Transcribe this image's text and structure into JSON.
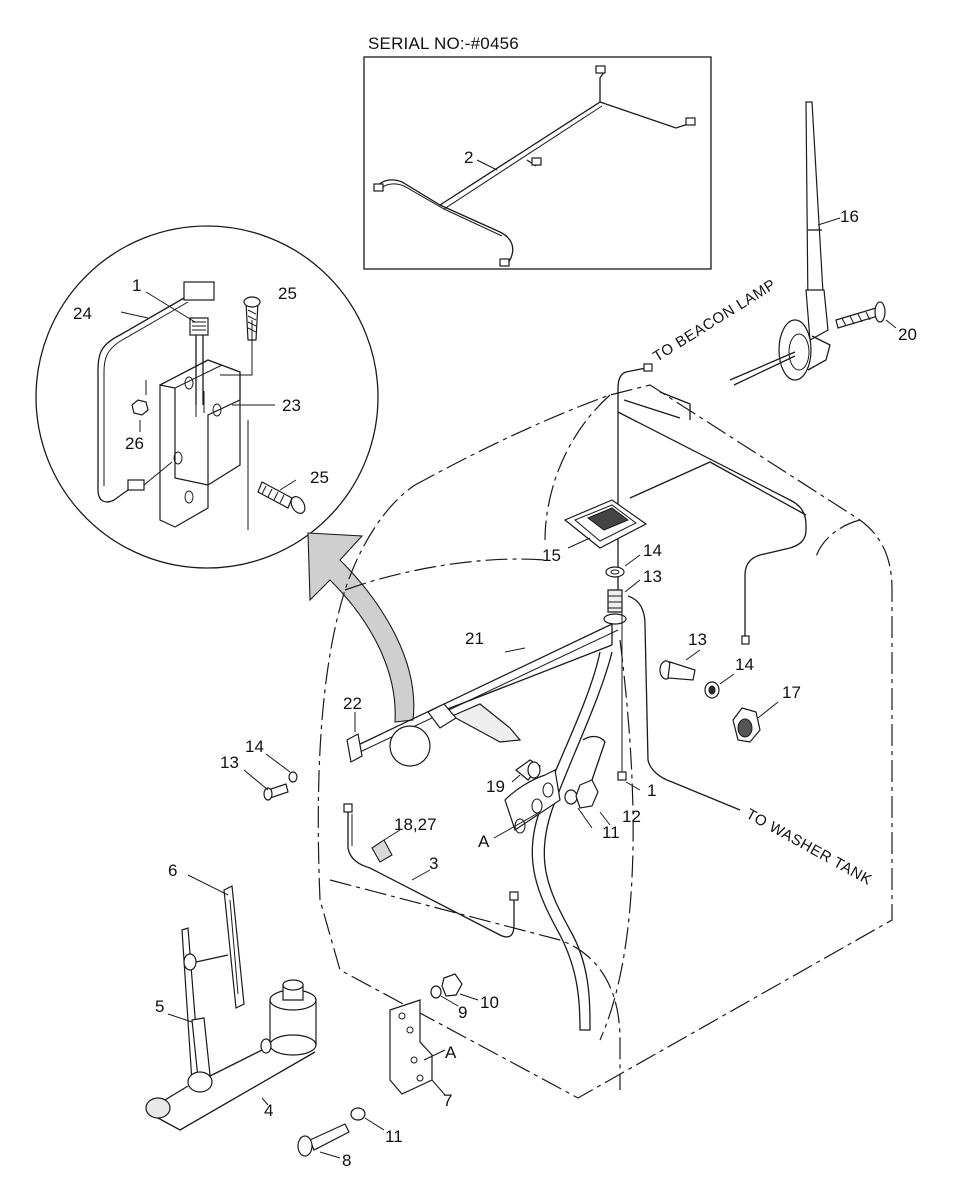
{
  "header": {
    "serial_label": "SERIAL NO:-#0456"
  },
  "notes": {
    "beacon_lamp": "TO BEACON LAMP",
    "washer_tank": "TO WASHER TANK"
  },
  "callouts": {
    "p1_detail": "1",
    "p1_main": "1",
    "p2": "2",
    "p3": "3",
    "p4": "4",
    "p5": "5",
    "p6": "6",
    "p7": "7",
    "p8": "8",
    "p9": "9",
    "p10": "10",
    "p11_a": "11",
    "p11_b": "11",
    "p12": "12",
    "p13_a": "13",
    "p13_b": "13",
    "p13_c": "13",
    "p14_a": "14",
    "p14_b": "14",
    "p14_c": "14",
    "p15": "15",
    "p16": "16",
    "p17": "17",
    "p18_27": "18,27",
    "p19": "19",
    "p20": "20",
    "p21": "21",
    "p22": "22",
    "p23": "23",
    "p24": "24",
    "p25_a": "25",
    "p25_b": "25",
    "p26": "26",
    "ref_a_1": "A",
    "ref_a_2": "A"
  }
}
